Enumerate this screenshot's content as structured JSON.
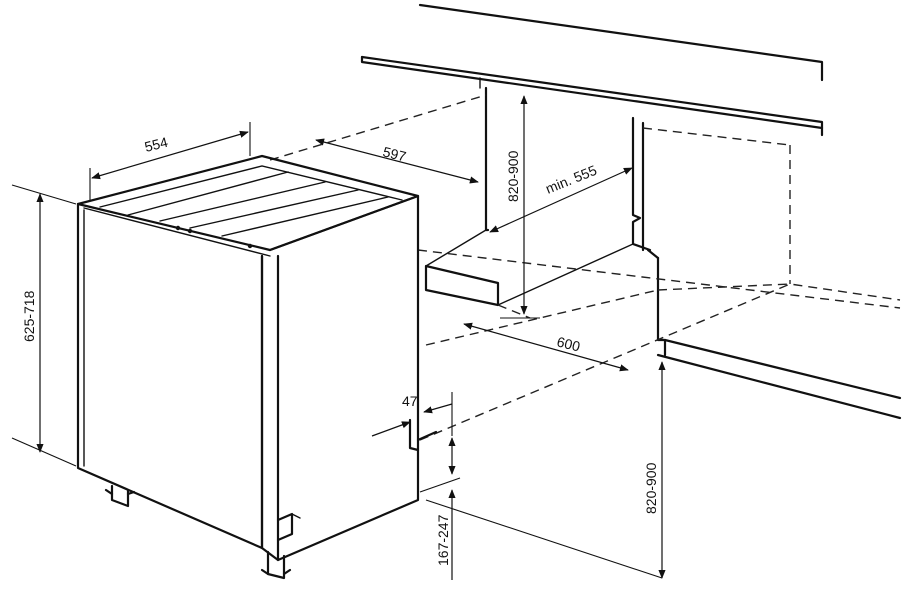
{
  "dimensions": {
    "top_width": "554",
    "niche_width": "597",
    "niche_height_rear": "820-900",
    "min_depth": "min. 555",
    "niche_depth": "600",
    "appliance_height": "625-718",
    "door_offset": "47",
    "plinth_height": "167-247",
    "front_height": "820-900"
  }
}
